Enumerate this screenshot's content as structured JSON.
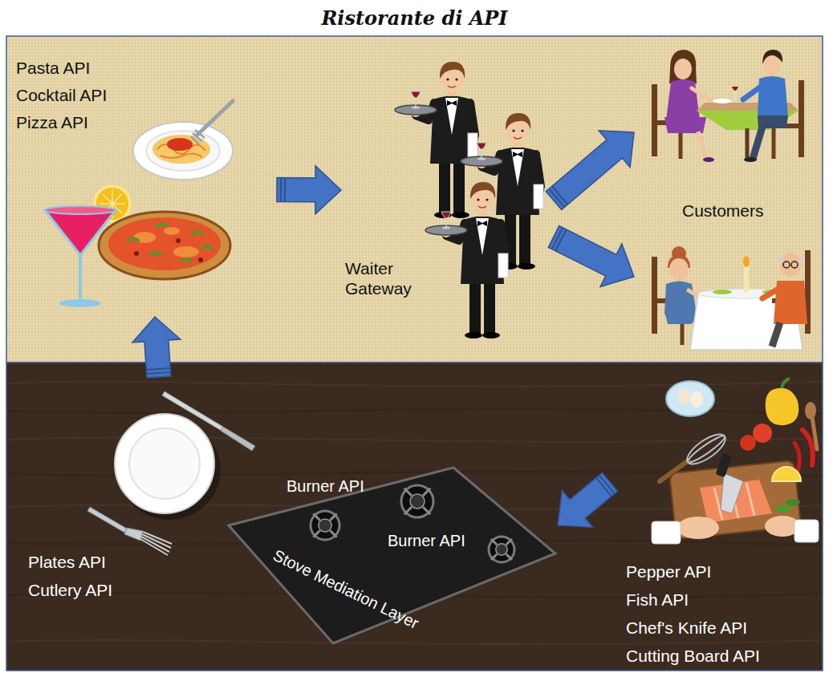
{
  "diagram": {
    "title": "Ristorante di API",
    "nodes": [
      {
        "text": [
          "Pasta API",
          "Cocktail API",
          "Pizza API"
        ]
      },
      {
        "text": [
          "Waiter Gateway"
        ]
      },
      {
        "text": [
          "Customers"
        ]
      },
      {
        "text": [
          "Plates API",
          "Cutlery API"
        ]
      },
      {
        "text": [
          "Burner API",
          "Burner API",
          "Stove Mediation Layer"
        ]
      },
      {
        "text": [
          "Pepper API",
          "Fish API",
          "Chef's Knife API",
          "Cutting Board API"
        ]
      }
    ],
    "edges": [
      {
        "from": 0,
        "to": 1,
        "arrow": "to"
      },
      {
        "from": 1,
        "to": 2,
        "arrow": "to"
      },
      {
        "from": 1,
        "to": 2,
        "arrow": "to"
      },
      {
        "from": 3,
        "to": 0,
        "arrow": "to"
      },
      {
        "from": 5,
        "to": 4,
        "arrow": "to"
      }
    ]
  }
}
